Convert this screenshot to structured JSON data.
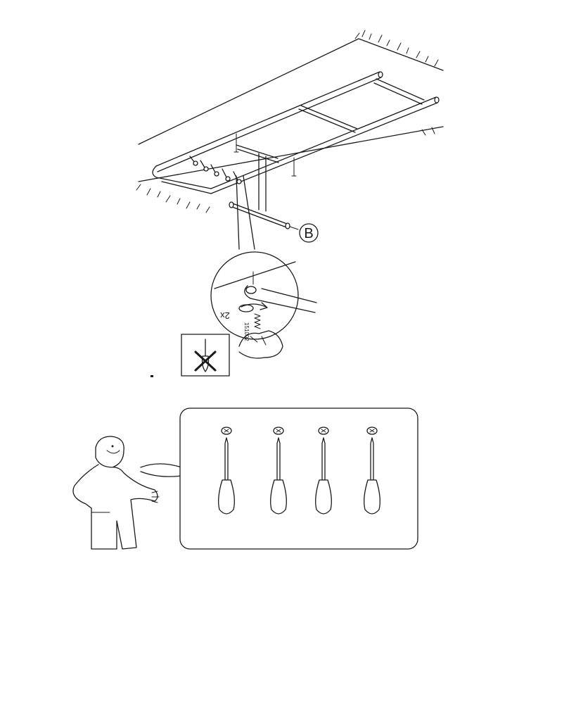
{
  "step": {
    "part_label": "B",
    "quantity_label": "2x",
    "screw_part_number": "151002"
  },
  "icons": {
    "callout_magnifier": "magnifier-callout-icon",
    "no_drill_warning": "no-power-drill-icon",
    "mascot": "assembly-person-icon",
    "screwdrivers": "phillips-screwdriver-icon"
  },
  "tool_panel": {
    "screwdriver_count": 4
  },
  "colors": {
    "ink": "#1a1a1a",
    "paper": "#ffffff"
  }
}
